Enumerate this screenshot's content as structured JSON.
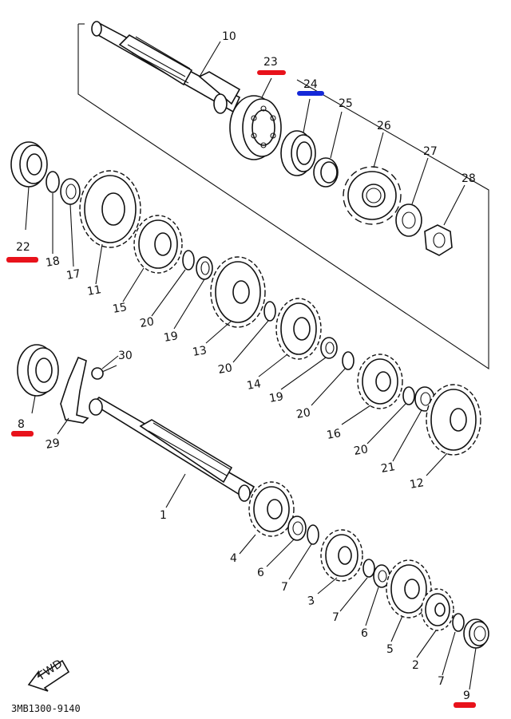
{
  "diagram": {
    "code": "3MB1300-9140",
    "fwd_label": "FWD",
    "marker_colors": {
      "red": "#e8121b",
      "blue": "#1428d8"
    },
    "parts": [
      {
        "id": "p10",
        "label": "10"
      },
      {
        "id": "p23",
        "label": "23",
        "marker": "red"
      },
      {
        "id": "p24",
        "label": "24",
        "marker": "blue"
      },
      {
        "id": "p25",
        "label": "25"
      },
      {
        "id": "p26",
        "label": "26"
      },
      {
        "id": "p27",
        "label": "27"
      },
      {
        "id": "p28",
        "label": "28"
      },
      {
        "id": "p22",
        "label": "22",
        "marker": "red"
      },
      {
        "id": "p18",
        "label": "18"
      },
      {
        "id": "p17",
        "label": "17"
      },
      {
        "id": "p11",
        "label": "11"
      },
      {
        "id": "p15",
        "label": "15"
      },
      {
        "id": "p20a",
        "label": "20"
      },
      {
        "id": "p19a",
        "label": "19"
      },
      {
        "id": "p13",
        "label": "13"
      },
      {
        "id": "p20b",
        "label": "20"
      },
      {
        "id": "p14",
        "label": "14"
      },
      {
        "id": "p19b",
        "label": "19"
      },
      {
        "id": "p20c",
        "label": "20"
      },
      {
        "id": "p16",
        "label": "16"
      },
      {
        "id": "p20d",
        "label": "20"
      },
      {
        "id": "p21",
        "label": "21"
      },
      {
        "id": "p12",
        "label": "12"
      },
      {
        "id": "p30",
        "label": "30"
      },
      {
        "id": "p8",
        "label": "8",
        "marker": "red"
      },
      {
        "id": "p29",
        "label": "29"
      },
      {
        "id": "p1",
        "label": "1"
      },
      {
        "id": "p4",
        "label": "4"
      },
      {
        "id": "p6a",
        "label": "6"
      },
      {
        "id": "p7a",
        "label": "7"
      },
      {
        "id": "p3",
        "label": "3"
      },
      {
        "id": "p7b",
        "label": "7"
      },
      {
        "id": "p6b",
        "label": "6"
      },
      {
        "id": "p5",
        "label": "5"
      },
      {
        "id": "p2",
        "label": "2"
      },
      {
        "id": "p7c",
        "label": "7"
      },
      {
        "id": "p9",
        "label": "9",
        "marker": "red"
      }
    ]
  }
}
